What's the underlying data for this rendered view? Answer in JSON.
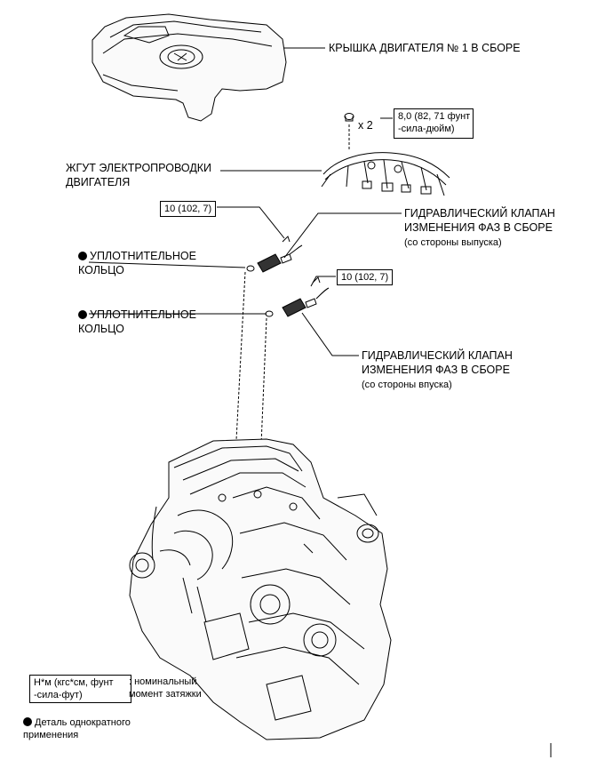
{
  "labels": {
    "cover": "КРЫШКА ДВИГАТЕЛЯ № 1 В СБОРЕ",
    "qty": "x 2",
    "torque_cover": "8,0 (82, 71 фунт\n-сила-дюйм)",
    "harness": "ЖГУТ ЭЛЕКТРОПРОВОДКИ\nДВИГАТЕЛЯ",
    "torque_exhaust": "10 (102, 7)",
    "valve_exhaust": "ГИДРАВЛИЧЕСКИЙ КЛАПАН\nИЗМЕНЕНИЯ ФАЗ В СБОРЕ",
    "valve_exhaust_side": "(со стороны выпуска)",
    "oring_1": "УПЛОТНИТЕЛЬНОЕ\nКОЛЬЦО",
    "torque_intake": "10 (102, 7)",
    "oring_2": "УПЛОТНИТЕЛЬНОЕ\nКОЛЬЦО",
    "valve_intake": "ГИДРАВЛИЧЕСКИЙ КЛАПАН\nИЗМЕНЕНИЯ ФАЗ В СБОРЕ",
    "valve_intake_side": "(со стороны впуска)"
  },
  "legend": {
    "torque_unit": "Н*м (кгс*см, фунт\n-сила-фут)",
    "torque_desc": ": номинальный\nмомент затяжки",
    "single_use": "Деталь однократного\nприменения"
  }
}
